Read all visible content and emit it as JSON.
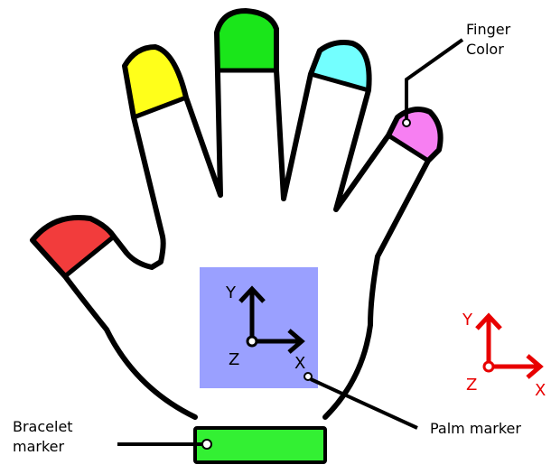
{
  "labels": {
    "finger_color_line1": "Finger",
    "finger_color_line2": "Color",
    "bracelet_line1": "Bracelet",
    "bracelet_line2": "marker",
    "palm_marker": "Palm marker"
  },
  "palm_axes": {
    "y": "Y",
    "x": "X",
    "z": "Z"
  },
  "world_axes": {
    "y": "Y",
    "x": "X",
    "z": "Z"
  },
  "colors": {
    "thumb": "#f23c3c",
    "index": "#ffff1a",
    "middle": "#1ae61a",
    "ring": "#73ffff",
    "pinky": "#f77ff2",
    "palm_marker": "#9aa0ff",
    "bracelet": "#33f033",
    "world_axes": "#e80000",
    "outline": "#000000"
  }
}
